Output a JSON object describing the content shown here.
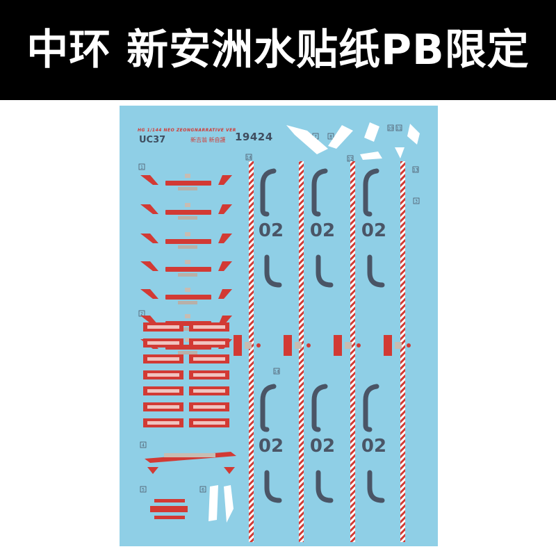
{
  "banner": {
    "title": "中环 新安洲水贴纸PB限定"
  },
  "sheet": {
    "model_line": "HG 1/144 NEO ZEONGNARRATIVE VER",
    "code": "UC37",
    "maker_cn": "新吉翁 新自護",
    "number": "19424",
    "marking": "02",
    "index_labels": [
      "1",
      "2",
      "3",
      "4",
      "5",
      "6",
      "7",
      "8",
      "9",
      "10",
      "11",
      "12",
      "13",
      "14"
    ]
  },
  "colors": {
    "banner_bg": "#000000",
    "sheet_bg": "#8fcfe6",
    "decal_red": "#d23a34",
    "decal_grey": "#4a5566",
    "decal_white": "#ffffff"
  }
}
